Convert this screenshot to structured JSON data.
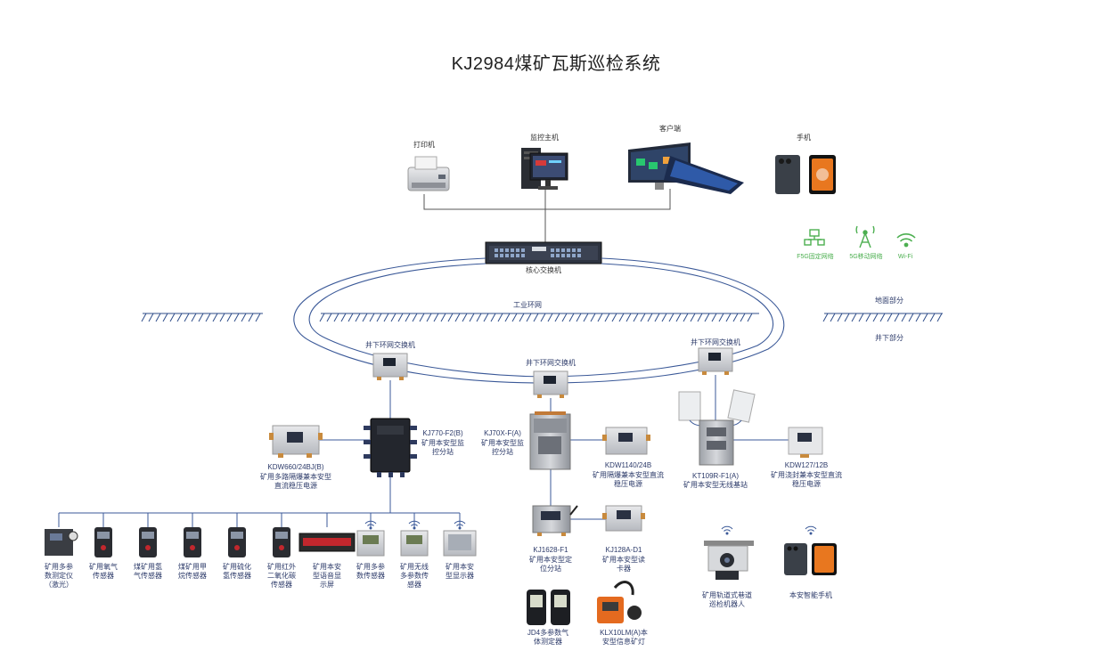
{
  "title": "KJ2984煤矿瓦斯巡检系统",
  "top": {
    "printer": "打印机",
    "monitor_host": "监控主机",
    "client": "客户端",
    "phone": "手机",
    "core_switch": "核心交换机"
  },
  "networks": {
    "f5g": "F5G固定网络",
    "g5": "5G移动网络",
    "wifi": "Wi-Fi"
  },
  "ring": {
    "industrial_ring": "工业环网",
    "ground": "地面部分",
    "underground": "井下部分",
    "switch_left": "井下环网交换机",
    "switch_mid": "井下环网交换机",
    "switch_right": "井下环网交换机"
  },
  "stations": {
    "kdw660_model": "KDW660/24BJ(B)",
    "kdw660_desc": "矿用多路隔爆兼本安型\n直流稳压电源",
    "kj770_model": "KJ770-F2(B)",
    "kj770_desc": "矿用本安型监\n控分站",
    "kj70x_model": "KJ70X-F(A)",
    "kj70x_desc": "矿用本安型监\n控分站",
    "kdw1140_model": "KDW1140/24B",
    "kdw1140_desc": "矿用隔爆兼本安型直流\n稳压电源",
    "kt109_model": "KT109R-F1(A)",
    "kt109_desc": "矿用本安型无线基站",
    "kdw127_model": "KDW127/12B",
    "kdw127_desc": "矿用浇封兼本安型直流\n稳压电源",
    "kj1628_model": "KJ1628-F1",
    "kj1628_desc": "矿用本安型定\n位分站",
    "kj128_model": "KJ128A-D1",
    "kj128_desc": "矿用本安型读\n卡器",
    "jd4": "JD4多参数气\n体测定器",
    "klx": "KLX10LM(A)本\n安型信息矿灯",
    "robot": "矿用轨道式巷道\n巡检机器人",
    "smartphone": "本安智能手机"
  },
  "sensors": [
    "矿用多参\n数测定仪\n（激光）",
    "矿用氧气\n传感器",
    "煤矿用氢\n气传感器",
    "煤矿用甲\n烷传感器",
    "矿用硫化\n氢传感器",
    "矿用红外\n二氧化碳\n传感器",
    "矿用本安\n型语音显\n示屏",
    "矿用多参\n数传感器",
    "矿用无线\n多参数传\n感器",
    "矿用本安\n型显示器"
  ],
  "colors": {
    "line": "#3b5998",
    "hatch": "#2f4d8a",
    "green": "#4caf50",
    "device_dark": "#2b2f3a",
    "device_grey": "#c9ccd1"
  }
}
